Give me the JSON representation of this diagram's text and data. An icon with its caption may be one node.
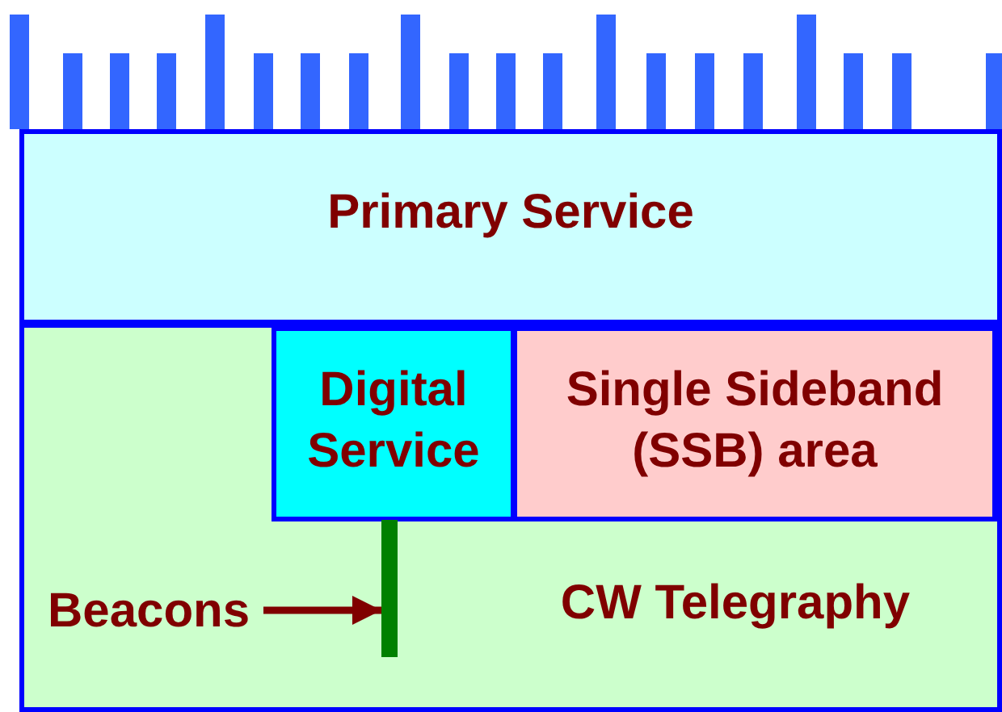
{
  "diagram": {
    "nodes": [
      {
        "text": [
          "Primary Service"
        ]
      },
      {
        "text": [
          "CW Telegraphy"
        ]
      },
      {
        "text": [
          "Digital Service"
        ],
        "in": 1
      },
      {
        "text": [
          "Single Sideband (SSB) area"
        ],
        "in": 1
      },
      {
        "text": [
          "Beacons"
        ],
        "in": 1
      },
      {
        "text": [],
        "shape": "bar",
        "in": 1
      }
    ],
    "edges": [
      {
        "from": 4,
        "to": 5,
        "arrow": "to"
      }
    ]
  }
}
